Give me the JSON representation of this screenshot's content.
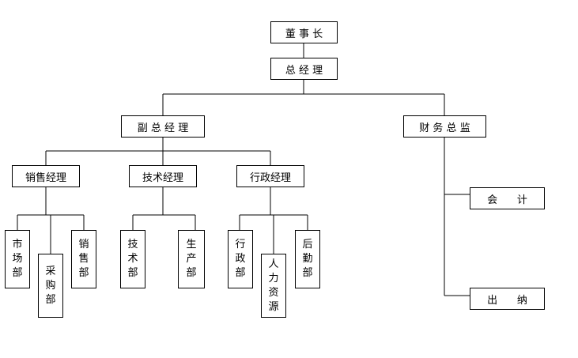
{
  "org_chart": {
    "chairman": "董 事 长",
    "general_manager": "总 经 理",
    "deputy_gm": "副 总 经 理",
    "finance_director": "财 务 总 监",
    "sales_manager": "销售经理",
    "tech_manager": "技术经理",
    "admin_manager": "行政经理",
    "accounting": "会      计",
    "cashier": "出      纳",
    "departments": {
      "market": [
        "市",
        "场",
        "部"
      ],
      "purchasing": [
        "采",
        "购",
        "部"
      ],
      "sales": [
        "销",
        "售",
        "部"
      ],
      "tech": [
        "技",
        "术",
        "部"
      ],
      "production": [
        "生",
        "产",
        "部"
      ],
      "admin": [
        "行",
        "政",
        "部"
      ],
      "hr": [
        "人",
        "力",
        "资",
        "源"
      ],
      "logistics": [
        "后",
        "勤",
        "部"
      ]
    }
  }
}
